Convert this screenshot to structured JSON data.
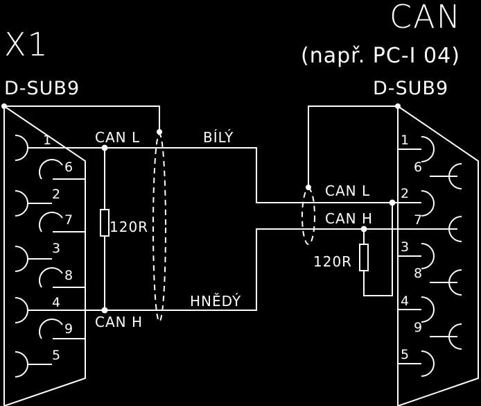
{
  "left_connector": {
    "name": "X1",
    "type": "D-SUB9",
    "pins": [
      "1",
      "6",
      "2",
      "7",
      "3",
      "8",
      "4",
      "9",
      "5"
    ],
    "can_l_label": "CAN L",
    "can_h_label": "CAN H",
    "resistor": "120R",
    "wire_top": "BÍLÝ",
    "wire_bottom": "HNĚDÝ"
  },
  "right_connector": {
    "name": "CAN",
    "subtitle": "(např. PC-I 04)",
    "type": "D-SUB9",
    "pins": [
      "1",
      "6",
      "2",
      "7",
      "3",
      "8",
      "4",
      "9",
      "5"
    ],
    "can_l_label": "CAN L",
    "can_h_label": "CAN H",
    "resistor": "120R"
  },
  "colors": {
    "background": "#000000",
    "line": "#ffffff"
  }
}
